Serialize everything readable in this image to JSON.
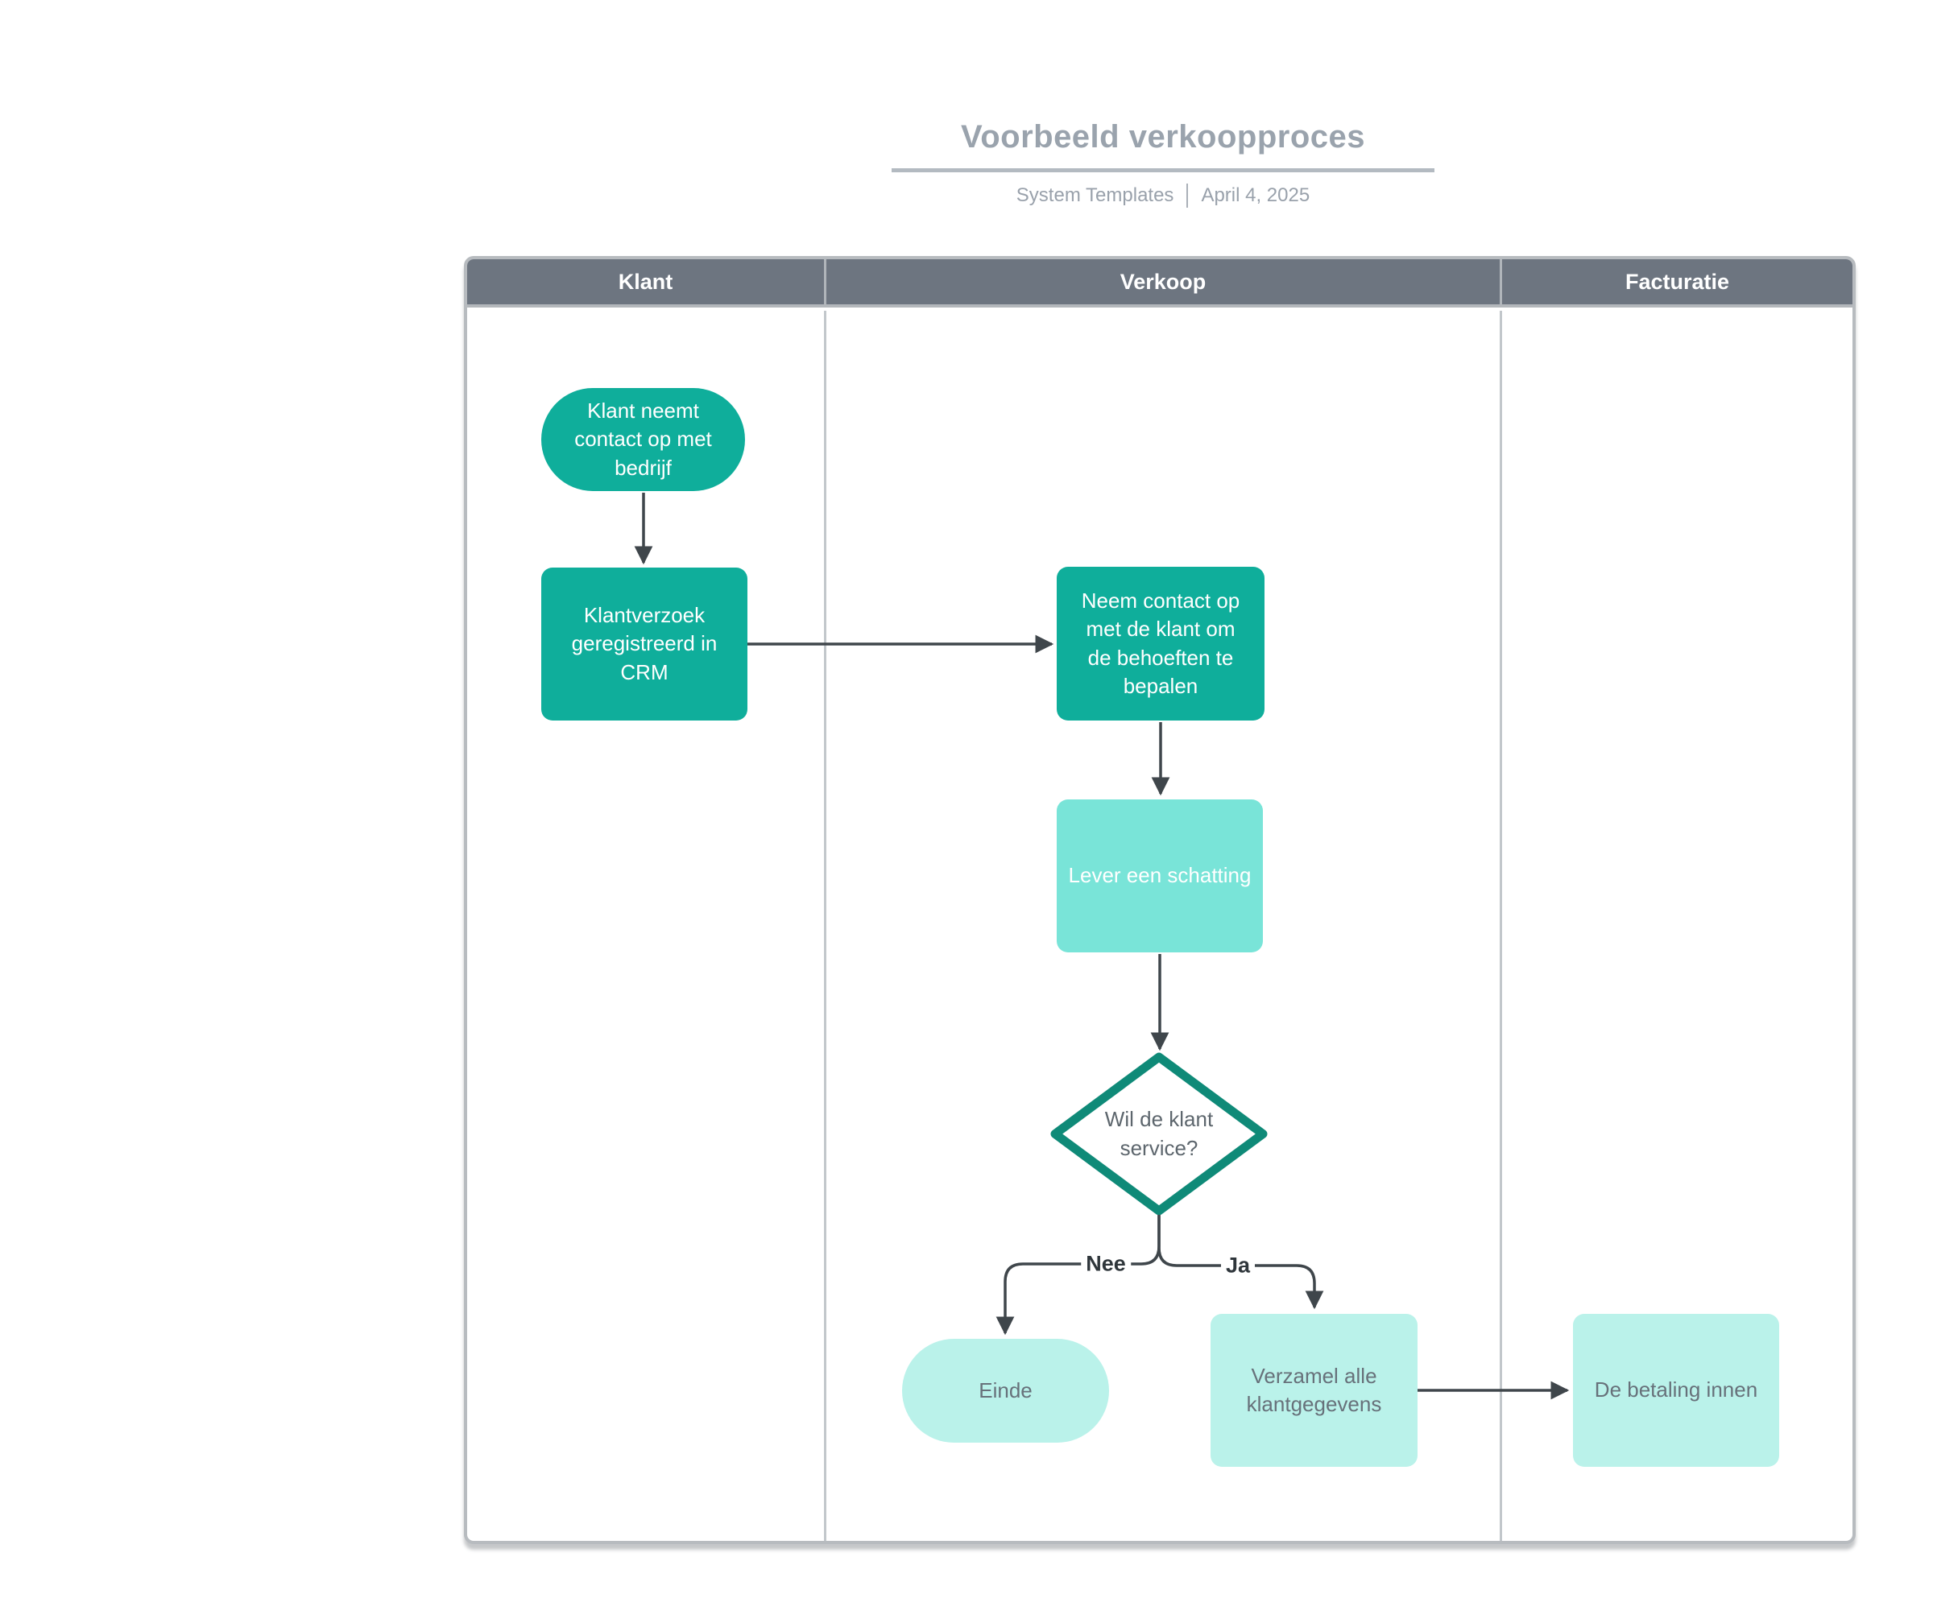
{
  "title": "Voorbeeld verkoopproces",
  "subtitle": {
    "author": "System Templates",
    "date": "April 4, 2025"
  },
  "lanes": [
    {
      "label": "Klant"
    },
    {
      "label": "Verkoop"
    },
    {
      "label": "Facturatie"
    }
  ],
  "nodes": [
    {
      "id": "start",
      "type": "terminator",
      "lane": "Klant",
      "label": "Klant neemt contact op met bedrijf"
    },
    {
      "id": "crm",
      "type": "process",
      "lane": "Klant",
      "label": "Klantverzoek geregistreerd in CRM"
    },
    {
      "id": "contact",
      "type": "process",
      "lane": "Verkoop",
      "label": "Neem contact op met de klant om de behoeften te bepalen"
    },
    {
      "id": "estimate",
      "type": "process",
      "lane": "Verkoop",
      "label": "Lever een schatting"
    },
    {
      "id": "decision",
      "type": "decision",
      "lane": "Verkoop",
      "label": "Wil de klant service?"
    },
    {
      "id": "end",
      "type": "terminator",
      "lane": "Verkoop",
      "label": "Einde"
    },
    {
      "id": "collect",
      "type": "process",
      "lane": "Verkoop",
      "label": "Verzamel alle klantgegevens"
    },
    {
      "id": "payment",
      "type": "process",
      "lane": "Facturatie",
      "label": "De betaling innen"
    }
  ],
  "edge_labels": {
    "no": "Nee",
    "yes": "Ja"
  },
  "colors": {
    "node_dark_teal": "#0fae9b",
    "node_medium_teal": "#79e4d8",
    "node_pale_teal": "#baf2ea",
    "decision_border": "#0f8a78",
    "lane_header": "#6d7580",
    "connector": "#3f464b",
    "title_gray": "#9aa3ad"
  }
}
